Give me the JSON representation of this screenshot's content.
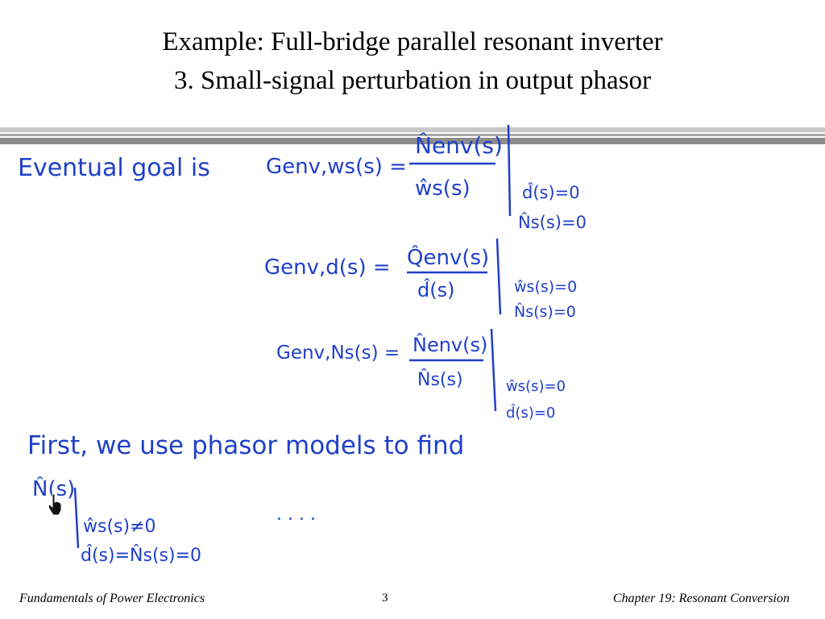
{
  "title": {
    "line1": "Example:  Full-bridge parallel resonant inverter",
    "line2": "3. Small-signal perturbation in output phasor"
  },
  "handwriting": {
    "intro": "Eventual goal is",
    "eq1": {
      "lhs": "Genv,ws(s) =",
      "num": "N̂env(s)",
      "den": "ŵs(s)",
      "cond1": "d̂(s)=0",
      "cond2": "N̂s(s)=0"
    },
    "eq2": {
      "lhs": "Genv,d(s) =",
      "num": "Q̂env(s)",
      "den": "d̂(s)",
      "cond1": "ŵs(s)=0",
      "cond2": "N̂s(s)=0"
    },
    "eq3": {
      "lhs": "Genv,Ns(s) =",
      "num": "N̂env(s)",
      "den": "N̂s(s)",
      "cond1": "ŵs(s)=0",
      "cond2": "d̂(s)=0"
    },
    "first": "First, we use phasor models to find",
    "bottom": {
      "expr": "N̂(s)",
      "cond1": "ŵs(s)≠0",
      "cond2": "d̂(s)=N̂s(s)=0",
      "dots": ". . . ."
    }
  },
  "colors": {
    "ink": "#2040c8",
    "text": "#000000"
  },
  "icons": {
    "cursor": "hand-pointer-icon"
  },
  "footer": {
    "left": "Fundamentals of Power Electronics",
    "page": "3",
    "right": "Chapter 19:  Resonant Conversion"
  }
}
